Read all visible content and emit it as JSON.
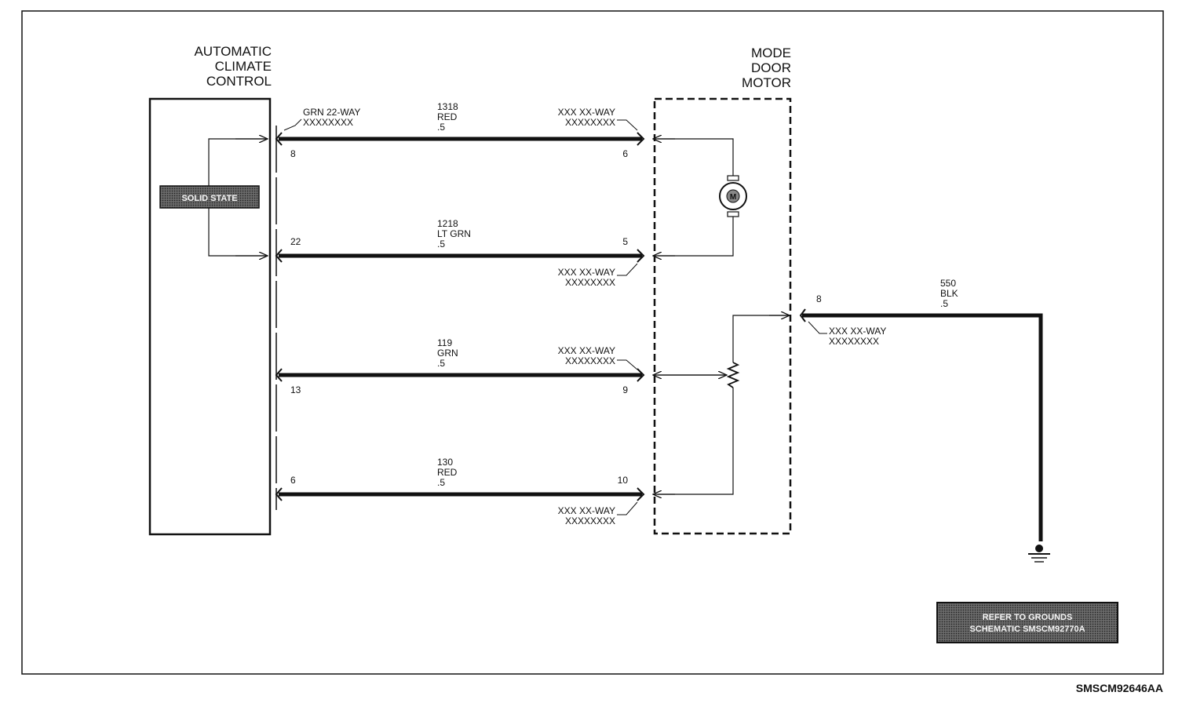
{
  "components": {
    "acc": {
      "label_lines": [
        "AUTOMATIC",
        "CLIMATE",
        "CONTROL"
      ],
      "internal_label": "SOLID STATE"
    },
    "mode_door_motor": {
      "label_lines": [
        "MODE",
        "DOOR",
        "MOTOR"
      ],
      "motor_symbol": "M"
    }
  },
  "connectors": {
    "acc_top": {
      "lines": [
        "GRN 22-WAY",
        "XXXXXXXX"
      ]
    },
    "motor_c1": {
      "lines": [
        "XXX XX-WAY",
        "XXXXXXXX"
      ]
    },
    "motor_c2": {
      "lines": [
        "XXX XX-WAY",
        "XXXXXXXX"
      ]
    },
    "motor_c3": {
      "lines": [
        "XXX XX-WAY",
        "XXXXXXXX"
      ]
    },
    "motor_c4": {
      "lines": [
        "XXX XX-WAY",
        "XXXXXXXX"
      ]
    },
    "ground_conn": {
      "lines": [
        "XXX XX-WAY",
        "XXXXXXXX"
      ]
    }
  },
  "wires": [
    {
      "circuit": [
        "1318",
        "RED",
        ".5"
      ],
      "left_pin": "8",
      "right_pin": "6"
    },
    {
      "circuit": [
        "1218",
        "LT GRN",
        ".5"
      ],
      "left_pin": "22",
      "right_pin": "5"
    },
    {
      "circuit": [
        "119",
        "GRN",
        ".5"
      ],
      "left_pin": "13",
      "right_pin": "9"
    },
    {
      "circuit": [
        "130",
        "RED",
        ".5"
      ],
      "left_pin": "6",
      "right_pin": "10"
    }
  ],
  "ground_wire": {
    "circuit": [
      "550",
      "BLK",
      ".5"
    ],
    "pin": "8"
  },
  "refer_box": {
    "lines": [
      "REFER TO GROUNDS",
      "SCHEMATIC SMSCM92770A"
    ]
  },
  "figure_id": "SMSCM92646AA",
  "icons": {
    "motor": "motor-icon",
    "potentiometer": "potentiometer-icon",
    "ground": "ground-icon",
    "arrow": "arrow-icon"
  }
}
